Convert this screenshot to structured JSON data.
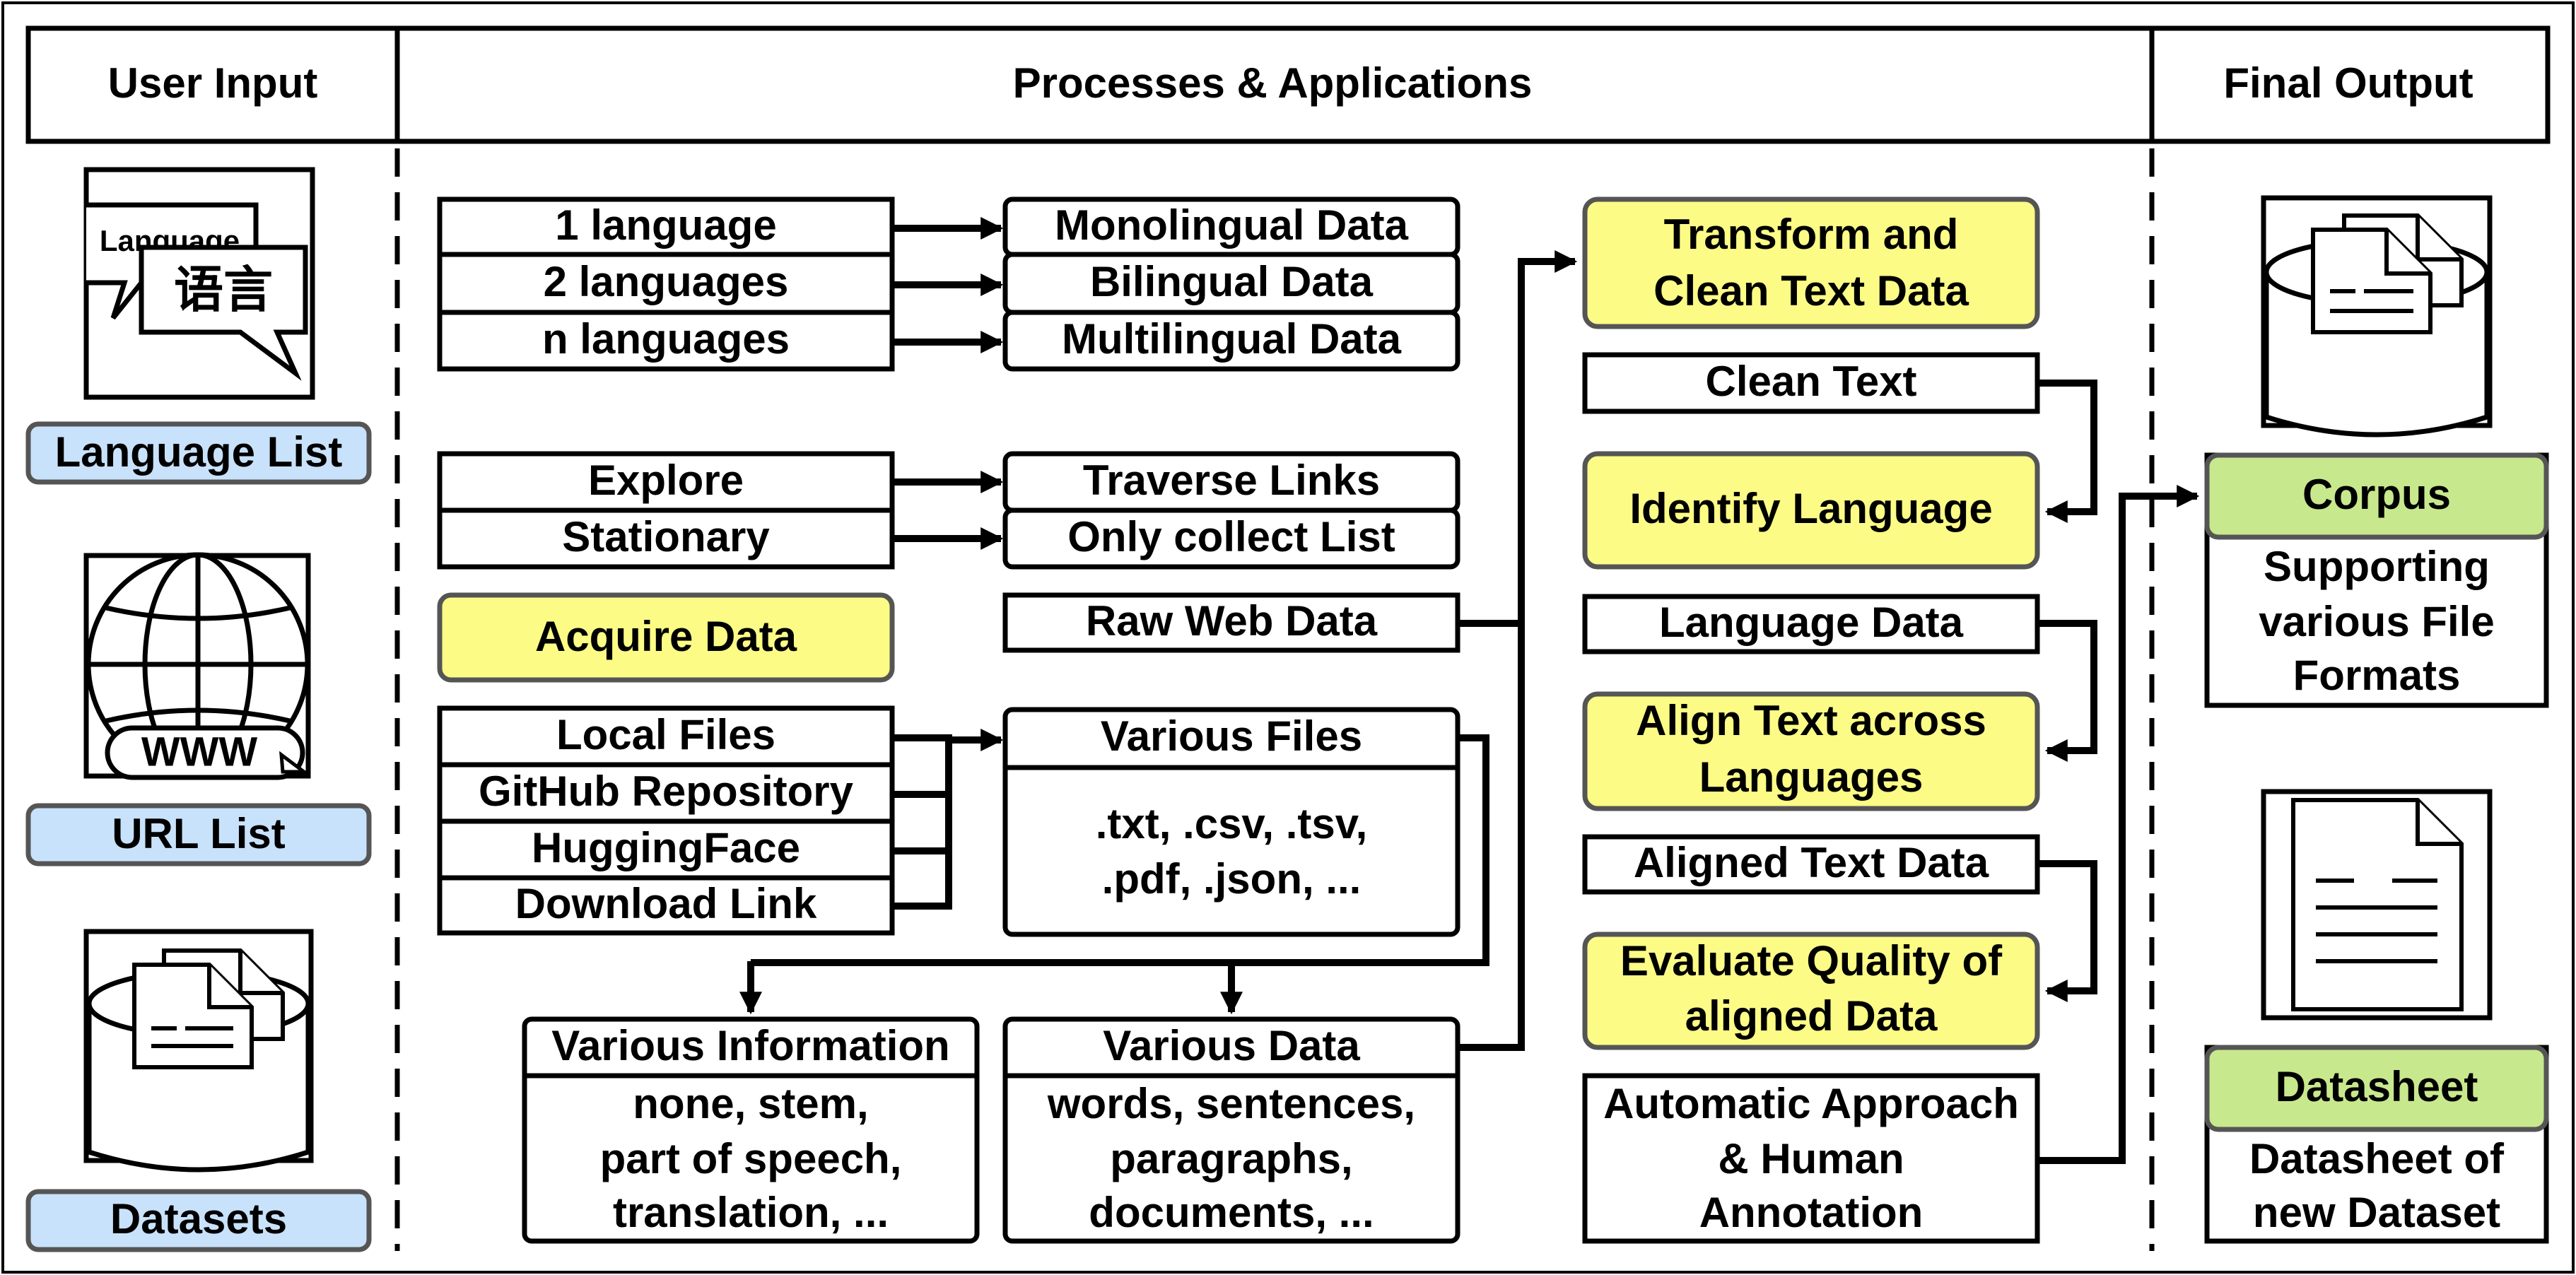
{
  "columns": {
    "user_input": "User Input",
    "processes": "Processes & Applications",
    "final_output": "Final Output"
  },
  "inputs": {
    "language_list": "Language List",
    "language_icon_word_en": "Language",
    "language_icon_word_zh": "语言",
    "url_list": "URL List",
    "www_text": "WWW",
    "datasets": "Datasets"
  },
  "language_modes": {
    "one": "1 language",
    "two": "2 languages",
    "n": "n languages"
  },
  "data_types": {
    "mono": "Monolingual Data",
    "bi": "Bilingual Data",
    "multi": "Multilingual Data"
  },
  "crawl_modes": {
    "explore": "Explore",
    "stationary": "Stationary"
  },
  "crawl_actions": {
    "traverse": "Traverse Links",
    "collect": "Only collect List"
  },
  "acquire": "Acquire Data",
  "raw_web_data": "Raw Web Data",
  "sources": {
    "local": "Local Files",
    "github": "GitHub Repository",
    "hf": "HuggingFace",
    "download": "Download Link"
  },
  "various_files": {
    "title": "Various Files",
    "line1": ".txt, .csv, .tsv,",
    "line2": ".pdf, .json, ..."
  },
  "various_info": {
    "title": "Various Information",
    "line1": "none, stem,",
    "line2": "part of speech,",
    "line3": "translation, ..."
  },
  "various_data": {
    "title": "Various Data",
    "line1": "words, sentences,",
    "line2": "paragraphs,",
    "line3": "documents, ..."
  },
  "pipeline": {
    "transform_l1": "Transform and",
    "transform_l2": "Clean Text Data",
    "clean_text": "Clean Text",
    "identify": "Identify Language",
    "language_data": "Language Data",
    "align_l1": "Align Text across",
    "align_l2": "Languages",
    "aligned_data": "Aligned Text Data",
    "evaluate_l1": "Evaluate Quality of",
    "evaluate_l2": "aligned Data",
    "auto_l1": "Automatic Approach",
    "auto_l2": "& Human",
    "auto_l3": "Annotation"
  },
  "outputs": {
    "corpus": "Corpus",
    "corpus_l1": "Supporting",
    "corpus_l2": "various File",
    "corpus_l3": "Formats",
    "datasheet": "Datasheet",
    "datasheet_l1": "Datasheet of",
    "datasheet_l2": "new Dataset"
  },
  "colors": {
    "process_fill": "#fbfb86",
    "input_label_fill": "#c9e2fb",
    "output_label_fill": "#c8e88d",
    "stroke": "#000000"
  }
}
